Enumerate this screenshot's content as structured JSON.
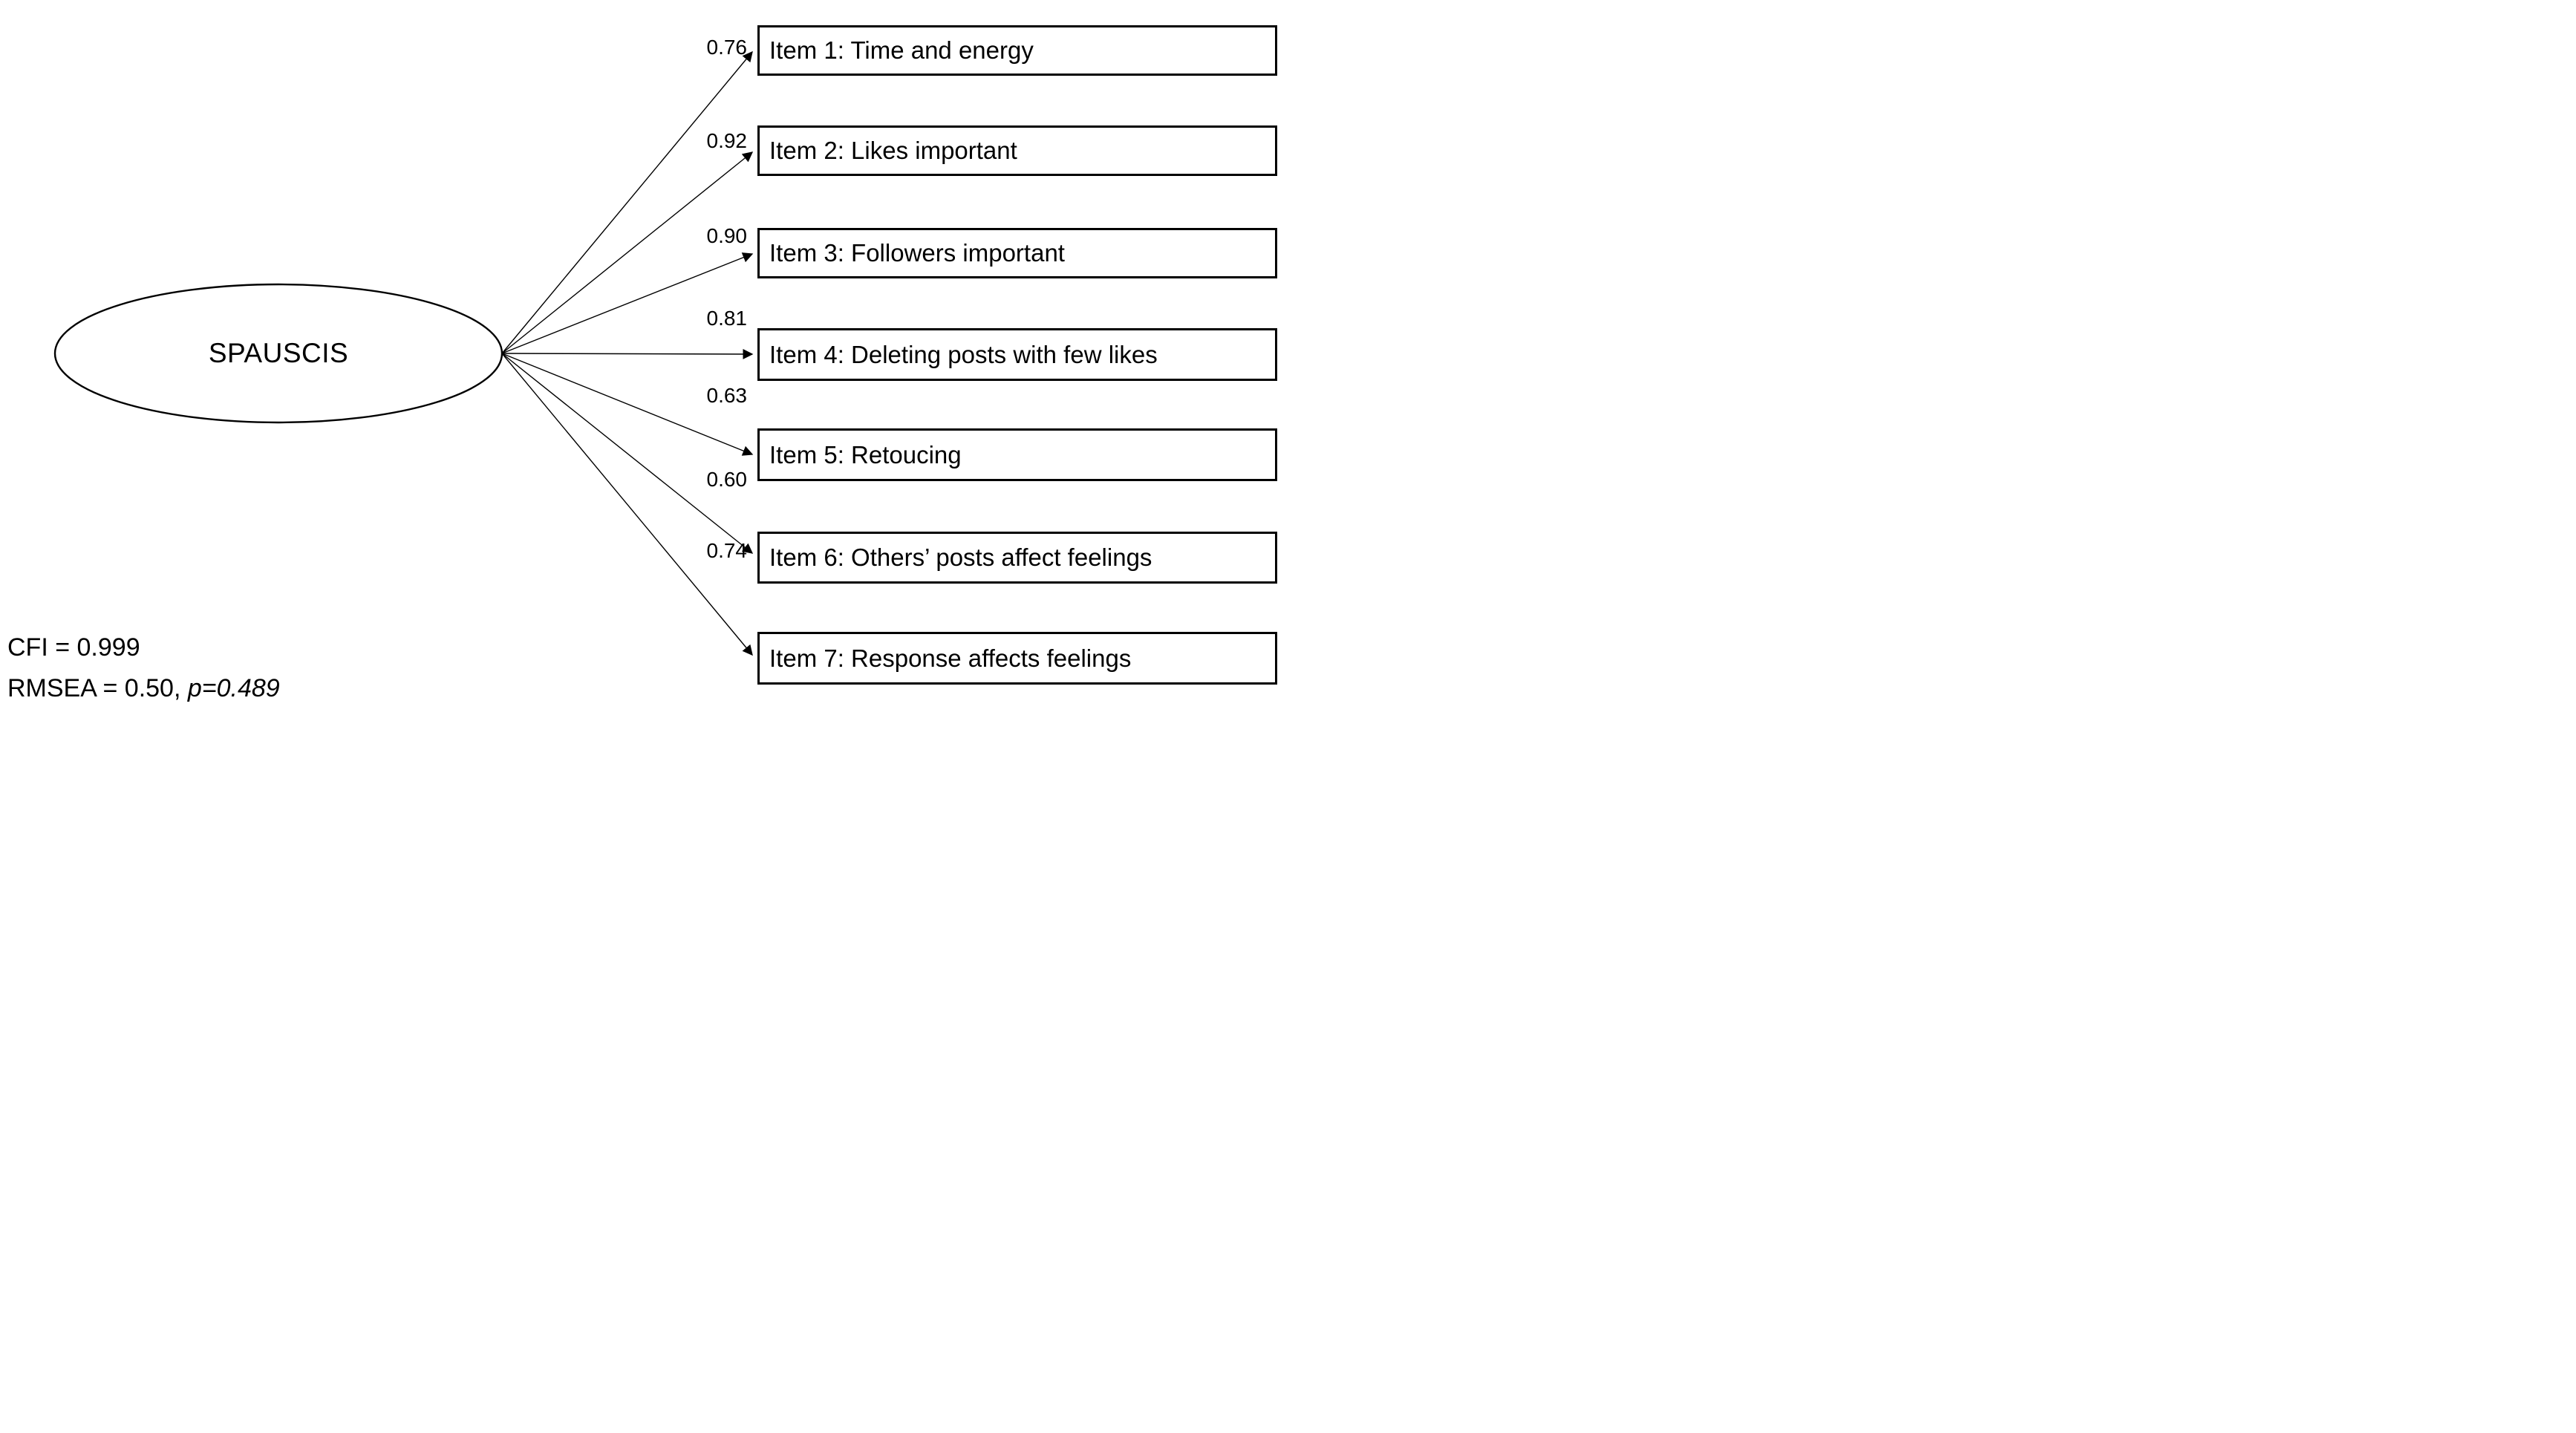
{
  "diagram": {
    "type": "confirmatory-factor-analysis-path-diagram",
    "factor": {
      "label": "SPAUSCIS",
      "shape": "ellipse"
    },
    "items": [
      {
        "label": "Item 1: Time and energy",
        "loading": "0.76"
      },
      {
        "label": "Item 2: Likes important",
        "loading": "0.92"
      },
      {
        "label": "Item 3: Followers important",
        "loading": "0.90"
      },
      {
        "label": "Item 4: Deleting posts with few likes",
        "loading": "0.81"
      },
      {
        "label": "Item 5: Retoucing",
        "loading": "0.63"
      },
      {
        "label": "Item 6: Others’ posts affect feelings",
        "loading": "0.60"
      },
      {
        "label": "Item 7: Response affects feelings",
        "loading": "0.74"
      }
    ],
    "fit_statistics": {
      "cfi_line": "CFI = 0.999",
      "rmsea_prefix": "RMSEA = 0.50, ",
      "p_value_italic": "p=0.489"
    },
    "colors": {
      "line": "#000000",
      "text": "#000000",
      "background": "#ffffff"
    }
  }
}
